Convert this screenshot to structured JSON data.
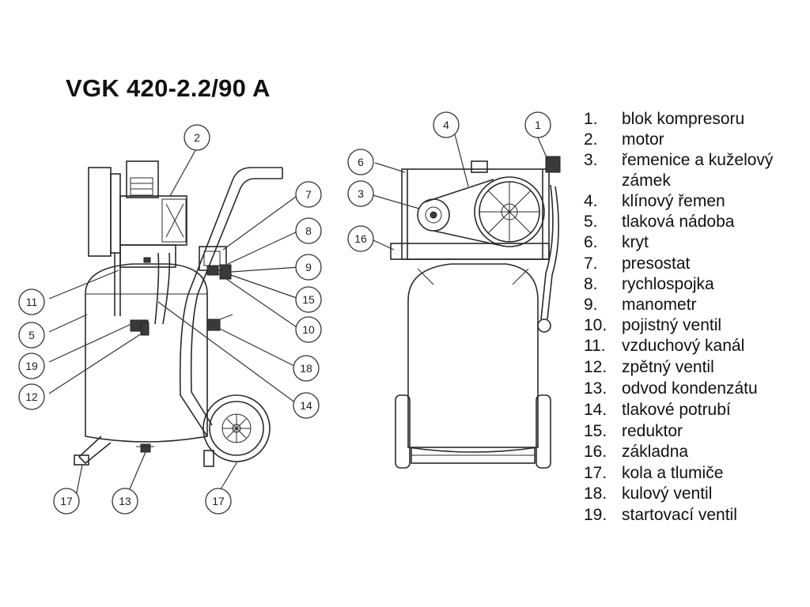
{
  "title": "VGK 420-2.2/90 A",
  "parts": [
    {
      "num": "1.",
      "name": "blok kompresoru"
    },
    {
      "num": "2.",
      "name": "motor"
    },
    {
      "num": "3.",
      "name": "řemenice  a kuželový"
    },
    {
      "num": "",
      "name": "zámek"
    },
    {
      "num": "4.",
      "name": "klínový řemen"
    },
    {
      "num": "5.",
      "name": "tlaková nádoba"
    },
    {
      "num": "6.",
      "name": "kryt"
    },
    {
      "num": "7.",
      "name": "presostat"
    },
    {
      "num": "8.",
      "name": "rychlospojka"
    },
    {
      "num": "9.",
      "name": "manometr"
    },
    {
      "num": "10.",
      "name": " pojistný ventil"
    },
    {
      "num": "11.",
      "name": " vzduchový kanál"
    },
    {
      "num": "12.",
      "name": " zpětný ventil"
    },
    {
      "num": "13.",
      "name": " odvod kondenzátu"
    },
    {
      "num": "14.",
      "name": " tlakové potrubí"
    },
    {
      "num": "15.",
      "name": " reduktor"
    },
    {
      "num": "16.",
      "name": " základna"
    },
    {
      "num": "17.",
      "name": " kola a tlumiče"
    },
    {
      "num": "18.",
      "name": " kulový ventil"
    },
    {
      "num": "19.",
      "name": " startovací ventil"
    }
  ],
  "callouts": {
    "c2": "2",
    "c7": "7",
    "c8": "8",
    "c9": "9",
    "c15": "15",
    "c10": "10",
    "c11": "11",
    "c5": "5",
    "c19": "19",
    "c12": "12",
    "c18": "18",
    "c14": "14",
    "c17a": "17",
    "c13": "13",
    "c17b": "17",
    "c4": "4",
    "c1": "1",
    "c6": "6",
    "c3": "3",
    "c16": "16"
  }
}
